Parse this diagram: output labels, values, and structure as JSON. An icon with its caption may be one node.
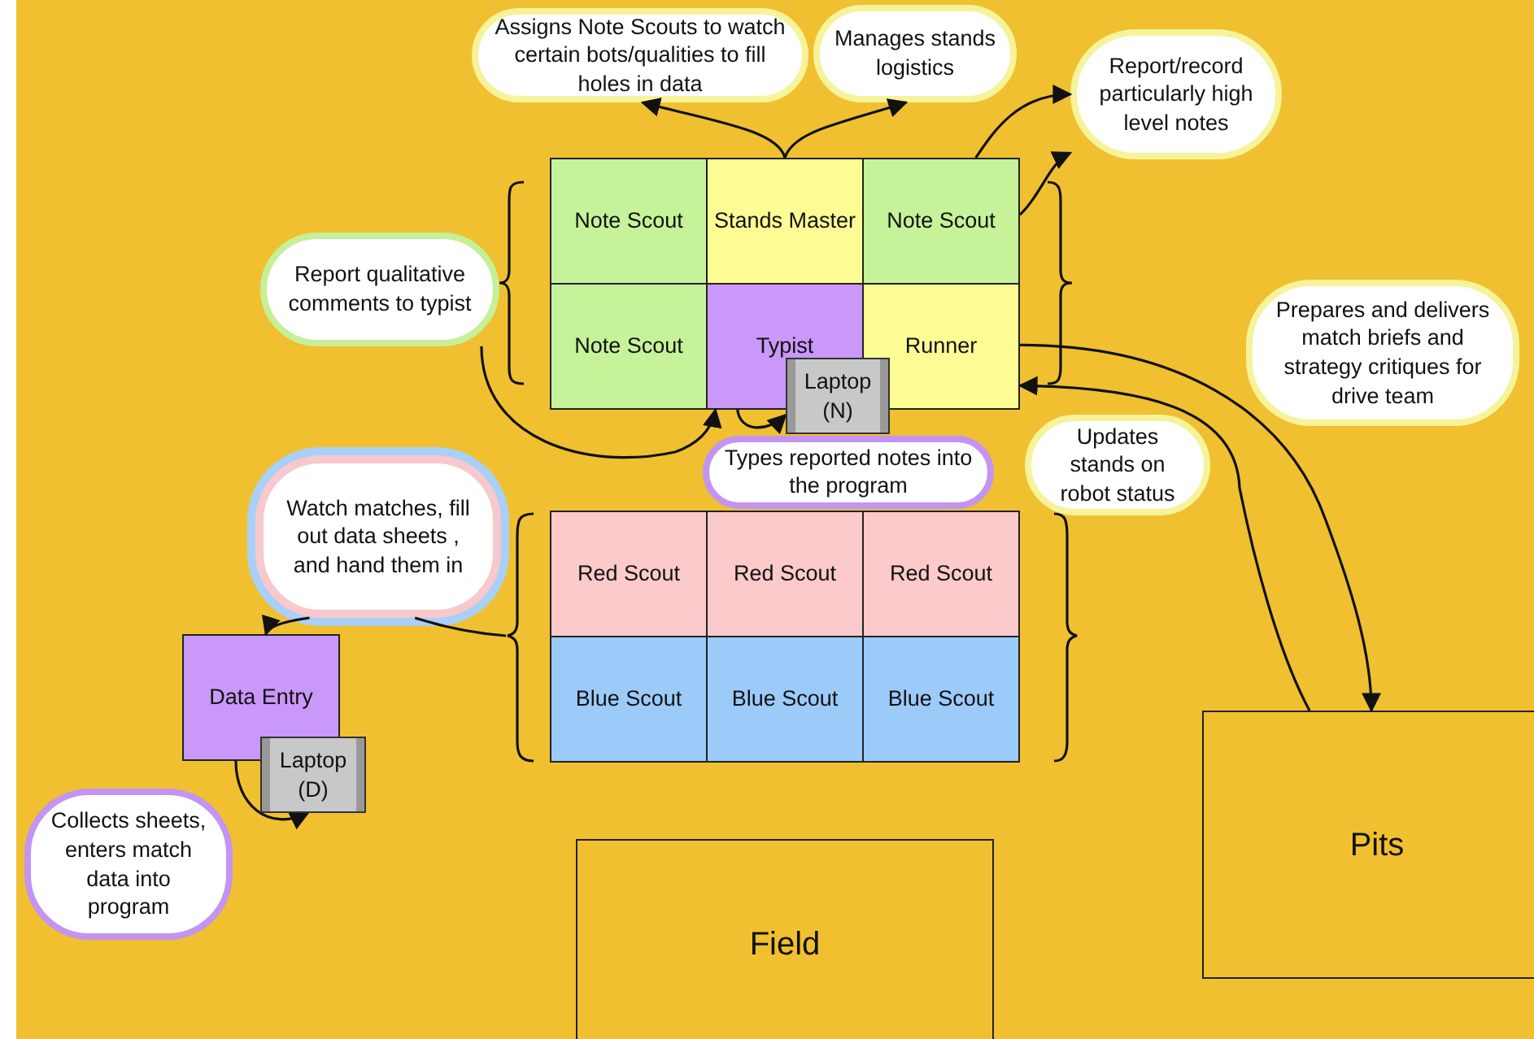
{
  "diagram": {
    "nodes": [
      {
        "text": [
          "Assigns Note Scouts to watch certain bots/qualities to fill holes in data"
        ]
      },
      {
        "text": [
          "Manages stands logistics"
        ]
      },
      {
        "text": [
          "Report/record particularly high level notes"
        ]
      },
      {
        "text": [
          "Note Scout"
        ]
      },
      {
        "text": [
          "Stands Master"
        ]
      },
      {
        "text": [
          "Note Scout"
        ]
      },
      {
        "text": [
          "Report qualitative comments to typist"
        ]
      },
      {
        "text": [
          "Note Scout"
        ]
      },
      {
        "text": [
          "Typist"
        ]
      },
      {
        "text": [
          "Runner"
        ]
      },
      {
        "text": [
          "Prepares and delivers match briefs and strategy critiques for drive team"
        ]
      },
      {
        "text": [
          "Laptop (N)"
        ]
      },
      {
        "text": [
          "Updates stands on robot status"
        ]
      },
      {
        "text": [
          "Types reported notes into the program"
        ]
      },
      {
        "text": [
          "Watch matches, fill out data sheets , and hand them in"
        ]
      },
      {
        "text": [
          "Red Scout"
        ]
      },
      {
        "text": [
          "Red Scout"
        ]
      },
      {
        "text": [
          "Red Scout"
        ]
      },
      {
        "text": [
          "Data Entry"
        ]
      },
      {
        "text": [
          "Blue Scout"
        ]
      },
      {
        "text": [
          "Blue Scout"
        ]
      },
      {
        "text": [
          "Blue Scout"
        ]
      },
      {
        "text": [
          "Laptop (D)"
        ]
      },
      {
        "text": [
          "Collects sheets, enters match data into program"
        ]
      },
      {
        "text": [
          "Pits"
        ]
      },
      {
        "text": [
          "Field"
        ]
      }
    ],
    "edges": [
      {
        "from": 4,
        "to": 0,
        "arrow": "to"
      },
      {
        "from": 4,
        "to": 1,
        "arrow": "to"
      },
      {
        "from": 5,
        "to": 2,
        "arrow": "to"
      },
      {
        "from": 5,
        "to": 2,
        "arrow": "to"
      },
      {
        "from": 6,
        "to": 8,
        "arrow": "to"
      },
      {
        "from": 8,
        "to": 11,
        "arrow": "to"
      },
      {
        "from": 9,
        "to": 24,
        "arrow": "to"
      },
      {
        "from": 24,
        "to": 9,
        "arrow": "to"
      },
      {
        "from": 14,
        "to": 18,
        "arrow": "to"
      },
      {
        "from": 14,
        "to": null,
        "arrow": "none"
      },
      {
        "from": 18,
        "to": 22,
        "arrow": "to"
      }
    ]
  }
}
